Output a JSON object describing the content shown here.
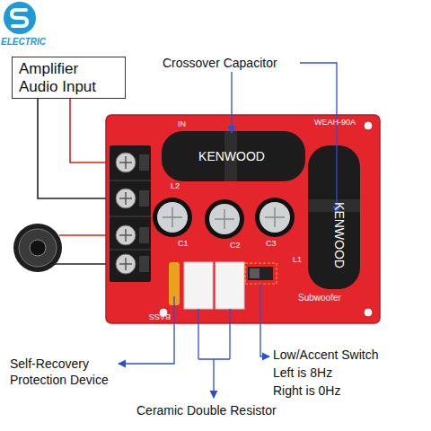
{
  "diagram": {
    "nodes": [
      {
        "text": [
          "Amplifier Audio Input"
        ]
      }
    ],
    "labels": [
      "ELECTRIC",
      "Crossover Capacitor",
      "IN",
      "WEAH-90A",
      "KENWOOD",
      "KENWOOD",
      "L2",
      "C1",
      "C2",
      "C3",
      "L1",
      "BASS",
      "Subwoofer",
      "Self-Recovery Protection Device",
      "Ceramic Double Resistor",
      "Low/Accent Switch",
      "Left is 8Hz",
      "Right is 0Hz"
    ]
  }
}
